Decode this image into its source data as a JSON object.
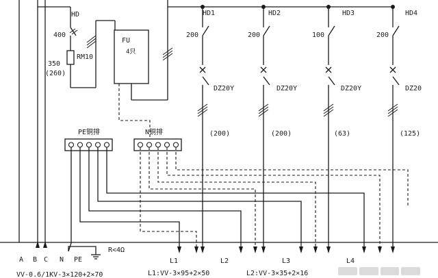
{
  "labels": {
    "hd": "HD",
    "rating_400": "400",
    "rm10": "RM10",
    "rating_350": "350",
    "rating_260": "(260)",
    "fu": "FU",
    "fu_sub": "4只",
    "pe_bar": "PE铜排",
    "n_bar": "N铜排",
    "hd1": "HD1",
    "hd2": "HD2",
    "hd3": "HD3",
    "hd4": "HD4",
    "sw1_rating": "200",
    "sw2_rating": "200",
    "sw3_rating": "100",
    "sw4_rating": "200",
    "br1": "DZ20Y",
    "br2": "DZ20Y",
    "br3": "DZ20Y",
    "br4": "DZ20",
    "cur1": "(200)",
    "cur2": "(200)",
    "cur3": "(63)",
    "cur4": "(125)",
    "ground_r": "R<4Ω",
    "a": "A",
    "b": "B",
    "c": "C",
    "n": "N",
    "pe": "PE",
    "l1": "L1",
    "l2": "L2",
    "l3": "L3",
    "l4": "L4",
    "cable_l1": "L1:VV-3×95+2×50",
    "cable_l2": "L2:VV-3×35+2×16",
    "cable_main": "VV-0.6/1KV-3×120+2×70"
  },
  "colors": {
    "ink": "#1a1a1a",
    "background": "#ffffff"
  }
}
